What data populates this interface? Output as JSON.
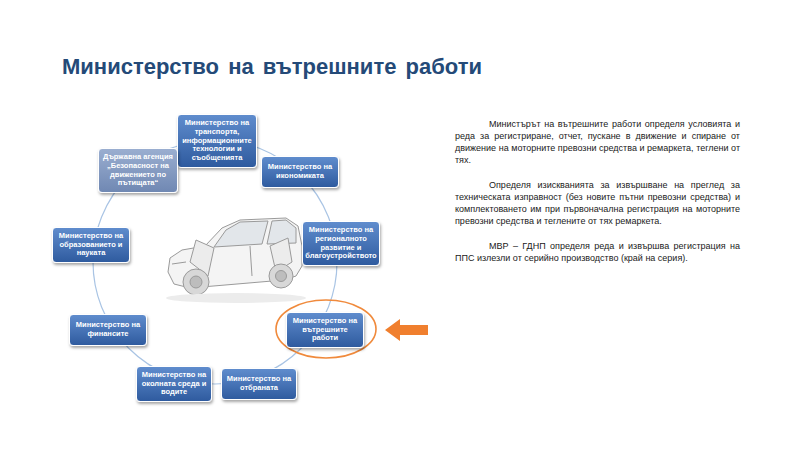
{
  "diagram": {
    "title": "Министерство на вътрешните работи",
    "nodes": [
      {
        "text": [
          "Министерство на транспорта, информационните технологии и съобщенията"
        ]
      },
      {
        "text": [
          "Министерство на икономиката"
        ]
      },
      {
        "text": [
          "Министерство на регионалното развитие и благоустройството"
        ]
      },
      {
        "text": [
          "Министерство на вътрешните работи"
        ]
      },
      {
        "text": [
          "Министерство на отбраната"
        ]
      },
      {
        "text": [
          "Министерство на околната среда и водите"
        ]
      },
      {
        "text": [
          "Министерство на финансите"
        ]
      },
      {
        "text": [
          "Министерство на образованието и науката"
        ]
      },
      {
        "text": [
          "Държавна агенция „Безопасност на движението по пътищата“"
        ]
      }
    ],
    "labels": [
      "Министърът на вътрешните работи определя условията и реда за регистриране, отчет, пускане в движение и спиране от движение на моторните превозни средства и ремаркета, теглени от тях.",
      "Определя изискванията за извършване на преглед за техническата изправност (без новите пътни превозни средства) и комплектоването им при първоначална регистрация на моторните превозни средства и теглените от тях ремаркета.",
      "МВР – ГДНП определя реда и извършва регистрация на ППС излезли от серийно производство (край на серия)."
    ]
  }
}
